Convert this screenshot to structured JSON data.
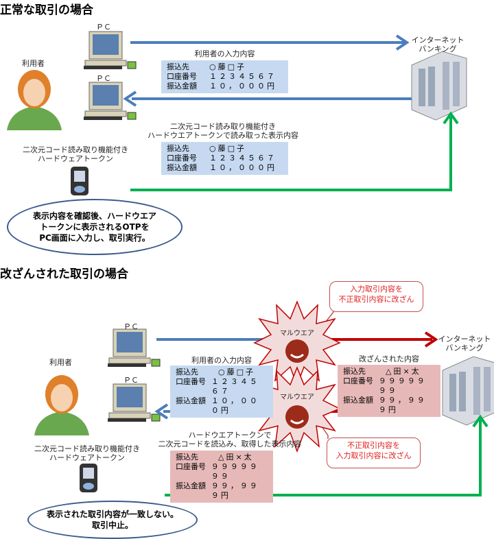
{
  "normal": {
    "title": "正常な取引の場合",
    "user_label": "利用者",
    "pc_label": "ＰＣ",
    "bank_label_1": "インターネット",
    "bank_label_2": "バンキング",
    "input_caption": "利用者の入力内容",
    "input_box": {
      "r1k": "振込先",
      "r1v": "○藤□子",
      "r2k": "口座番号",
      "r2v": "１２３４５６７",
      "r3k": "振込金額",
      "r3v": "１０，０００円"
    },
    "display_caption_1": "二次元コード読み取り機能付き",
    "display_caption_2": "ハードウエアトークンで読み取った表示内容",
    "display_box": {
      "r1k": "振込先",
      "r1v": "○藤□子",
      "r2k": "口座番号",
      "r2v": "１２３４５６７",
      "r3k": "振込金額",
      "r3v": "１０，０００円"
    },
    "token_label_1": "二次元コード読み取り機能付き",
    "token_label_2": "ハードウェアトークン",
    "note_1": "表示内容を確認後、ハードウエア",
    "note_2": "トークンに表示されるOTPを",
    "note_3": "PC画面に入力し、取引実行。"
  },
  "tampered": {
    "title": "改ざんされた取引の場合",
    "user_label": "利用者",
    "pc_label": "ＰＣ",
    "bank_label_1": "インターネット",
    "bank_label_2": "バンキング",
    "malware_label": "マルウエア",
    "callout_top_1": "入力取引内容を",
    "callout_top_2": "不正取引内容に改ざん",
    "callout_bottom_1": "不正取引内容を",
    "callout_bottom_2": "入力取引内容に改ざん",
    "input_caption": "利用者の入力内容",
    "input_box": {
      "r1k": "振込先",
      "r1v": "○藤□子",
      "r2k": "口座番号",
      "r2v": "１２３４５６７",
      "r3k": "振込金額",
      "r3v": "１０，０００円"
    },
    "altered_caption": "改ざんされた内容",
    "altered_box": {
      "r1k": "振込先",
      "r1v": "△田×太",
      "r2k": "口座番号",
      "r2v": "９９９９９９９",
      "r3k": "振込金額",
      "r3v": "９９，９９９円"
    },
    "display_caption_1": "ハードウエアトークンで",
    "display_caption_2": "二次元コードを読込み、取得した表示内容",
    "display_box": {
      "r1k": "振込先",
      "r1v": "△田×太",
      "r2k": "口座番号",
      "r2v": "９９９９９９９",
      "r3k": "振込金額",
      "r3v": "９９，９９９円"
    },
    "token_label_1": "二次元コード読み取り機能付き",
    "token_label_2": "ハードウェアトークン",
    "note_1": "表示された取引内容が一致しない。",
    "note_2": "取引中止。"
  },
  "colors": {
    "blue_arrow": "#4a7ebb",
    "red_arrow": "#c00000",
    "green_arrow": "#00b050"
  }
}
